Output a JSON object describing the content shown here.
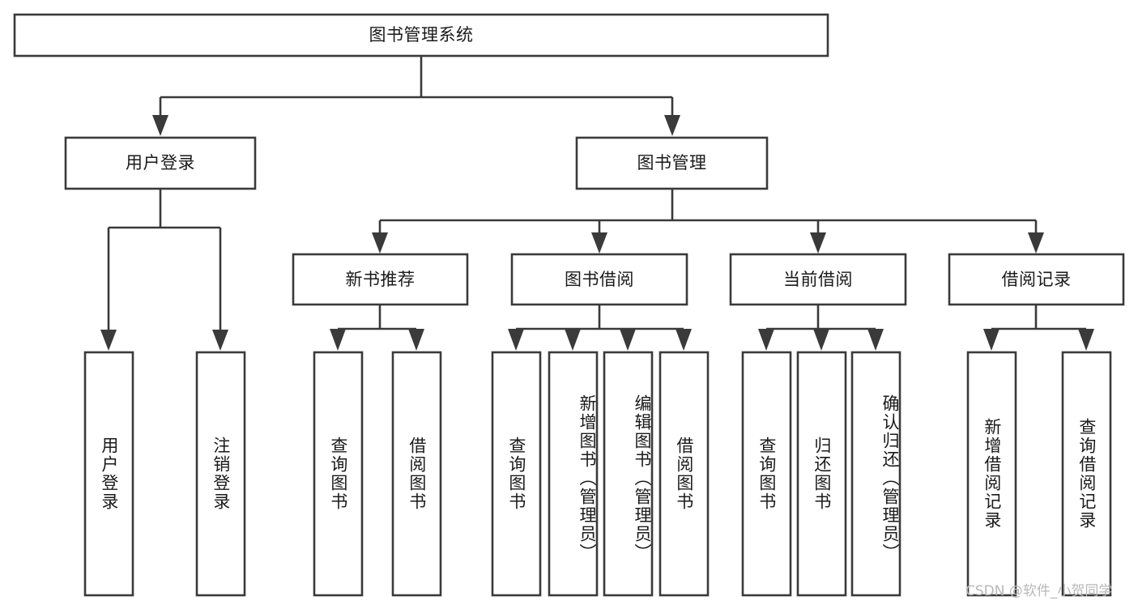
{
  "diagram": {
    "title": "图书管理系统",
    "type": "tree-hierarchy",
    "watermark": "CSDN @软件_小贺同学",
    "colors": {
      "stroke": "#3a3a3a",
      "fill": "#ffffff",
      "text": "#1a1a1a",
      "watermark": "#b8b8b8",
      "background": "#ffffff"
    },
    "root": {
      "label": "图书管理系统"
    },
    "level2": [
      {
        "label": "用户登录"
      },
      {
        "label": "图书管理"
      }
    ],
    "level3": [
      {
        "label": "新书推荐"
      },
      {
        "label": "图书借阅"
      },
      {
        "label": "当前借阅"
      },
      {
        "label": "借阅记录"
      }
    ],
    "leaves": {
      "user_login": [
        {
          "label": "用户登录"
        },
        {
          "label": "注销登录"
        }
      ],
      "new_book_recommend": [
        {
          "label": "查询图书"
        },
        {
          "label": "借阅图书"
        }
      ],
      "book_borrow": [
        {
          "label": "查询图书"
        },
        {
          "label": "新增图书（管理员）"
        },
        {
          "label": "编辑图书（管理员）"
        },
        {
          "label": "借阅图书"
        }
      ],
      "current_borrow": [
        {
          "label": "查询图书"
        },
        {
          "label": "归还图书"
        },
        {
          "label": "确认归还（管理员）"
        }
      ],
      "borrow_record": [
        {
          "label": "新增借阅记录"
        },
        {
          "label": "查询借阅记录"
        }
      ]
    }
  }
}
